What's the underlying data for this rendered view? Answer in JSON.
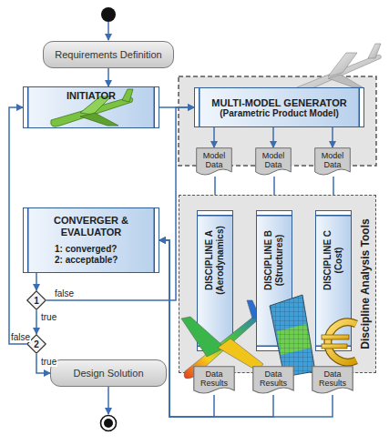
{
  "diagram": {
    "nodes": [
      {
        "text": [
          "Requirements Definition"
        ]
      },
      {
        "text": [
          "INITIATOR"
        ]
      },
      {
        "text": [
          "MULTI-MODEL GENERATOR",
          "(Parametric Product Model)"
        ]
      },
      {
        "text": [
          "Model Data"
        ]
      },
      {
        "text": [
          "Model Data"
        ]
      },
      {
        "text": [
          "Model Data"
        ]
      },
      {
        "text": [
          "Discipline Analysis Tools"
        ]
      },
      {
        "text": [
          "DISCIPLINE A",
          "(Aerodynamics)"
        ],
        "in": 6
      },
      {
        "text": [
          "DISCIPLINE B",
          "(Structures)"
        ],
        "in": 6
      },
      {
        "text": [
          "DISCIPLINE C",
          "(Cost)"
        ],
        "in": 6
      },
      {
        "text": [
          "Data Results"
        ]
      },
      {
        "text": [
          "Data Results"
        ]
      },
      {
        "text": [
          "Data Results"
        ]
      },
      {
        "text": [
          "CONVERGER & EVALUATOR",
          "1: converged? 2: acceptable?"
        ]
      },
      {
        "text": [
          "1"
        ]
      },
      {
        "text": [
          "2"
        ]
      },
      {
        "text": [
          "Design Solution"
        ]
      }
    ],
    "edges": [
      {
        "from": 0,
        "to": 1,
        "arrow": "to"
      },
      {
        "from": 1,
        "to": 2,
        "arrow": "to"
      },
      {
        "from": 2,
        "to": 3,
        "arrow": "to"
      },
      {
        "from": 2,
        "to": 4,
        "arrow": "to"
      },
      {
        "from": 2,
        "to": 5,
        "arrow": "to"
      },
      {
        "from": 3,
        "to": 7,
        "arrow": "to"
      },
      {
        "from": 4,
        "to": 8,
        "arrow": "to"
      },
      {
        "from": 5,
        "to": 9,
        "arrow": "to"
      },
      {
        "from": 7,
        "to": 10,
        "arrow": "to"
      },
      {
        "from": 8,
        "to": 11,
        "arrow": "to"
      },
      {
        "from": 9,
        "to": 12,
        "arrow": "to"
      },
      {
        "from": 10,
        "to": 13,
        "arrow": "to"
      },
      {
        "from": 11,
        "to": 13,
        "arrow": "to"
      },
      {
        "from": 12,
        "to": 13,
        "arrow": "to"
      },
      {
        "from": 13,
        "to": 14,
        "arrow": "to"
      },
      {
        "from": 14,
        "to": 15,
        "label": "true",
        "arrow": "to"
      },
      {
        "from": 14,
        "to": 2,
        "label": "false",
        "arrow": "to"
      },
      {
        "from": 15,
        "to": 1,
        "label": "false",
        "arrow": "to"
      },
      {
        "from": 15,
        "to": 16,
        "label": "true",
        "arrow": "to"
      }
    ]
  }
}
